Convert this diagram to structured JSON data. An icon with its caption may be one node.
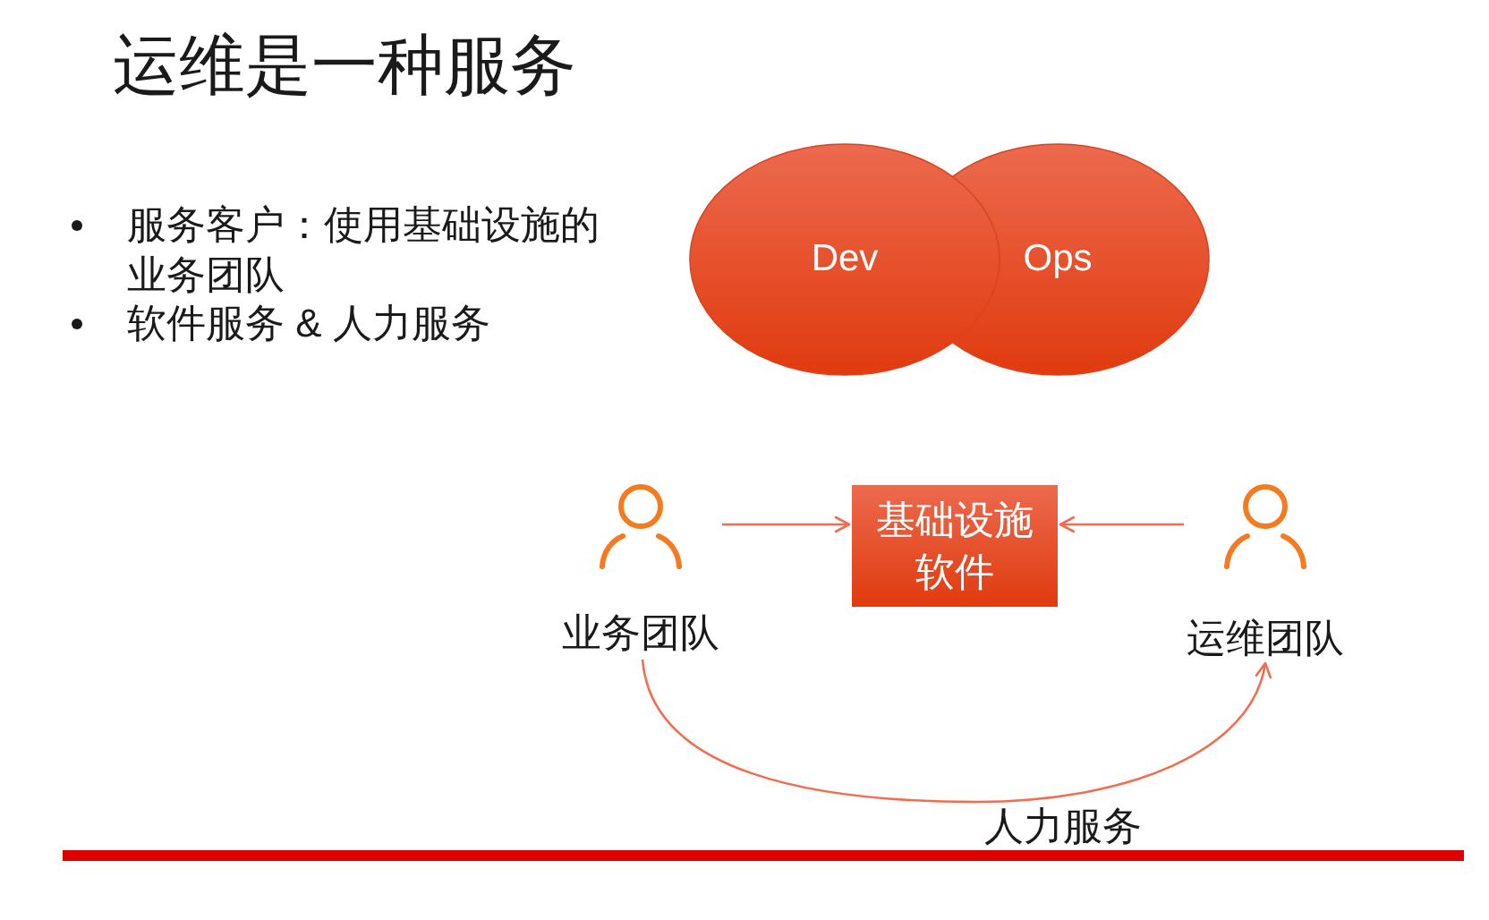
{
  "diagram": {
    "title": "运维是一种服务",
    "nodes": [
      {
        "text": [
          "Dev"
        ]
      },
      {
        "text": [
          "Ops"
        ]
      },
      {
        "text": [
          "基础设施软件"
        ]
      },
      {
        "text": [
          "业务团队"
        ]
      },
      {
        "text": [
          "运维团队"
        ]
      }
    ],
    "edges": [
      {
        "from": 3,
        "to": 2,
        "arrow": "to"
      },
      {
        "from": 4,
        "to": 2,
        "arrow": "to"
      },
      {
        "from": 3,
        "to": 4,
        "arrow": "to",
        "label": "人力服务"
      }
    ],
    "labels": [
      "服务客户：使用基础设施的业务团队",
      "软件服务 & 人力服务"
    ]
  }
}
